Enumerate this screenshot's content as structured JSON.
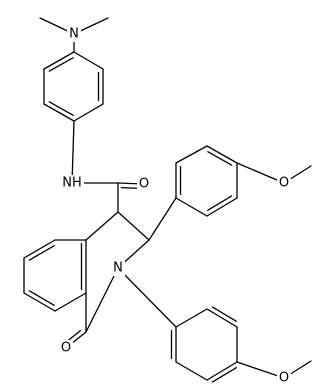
{
  "molecule": {
    "colors": {
      "bond": "#000000",
      "background": "#ffffff"
    },
    "labels": {
      "dimethylamino_n": "N",
      "amide_nh": "NH",
      "amide_o": "O",
      "upper_methoxy_o": "O",
      "ring_n": "N",
      "lactam_o": "O",
      "lower_methoxy_o": "O"
    }
  }
}
